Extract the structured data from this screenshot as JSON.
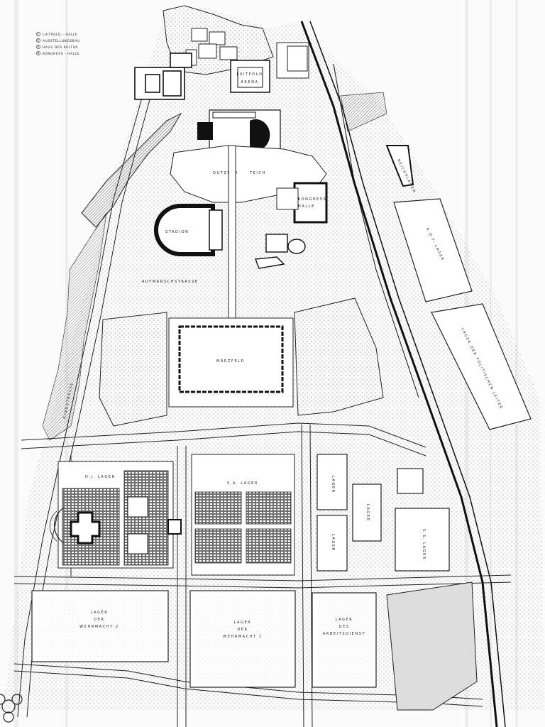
{
  "legend": [
    {
      "num": "1",
      "text": "LUITPOLD - HALLE"
    },
    {
      "num": "2",
      "text": "AUSSTELLUNGSBAU"
    },
    {
      "num": "3",
      "text": "HAUS DER KULTUR"
    },
    {
      "num": "4",
      "text": "KONGRESS - HALLE"
    }
  ],
  "labels": {
    "luitpold_arena_1": "LUITPOLD",
    "luitpold_arena_2": "ARENA",
    "dutzend": "DUTZEND",
    "teich": "TEICH",
    "stadion": "STADION",
    "kongress_1": "KONGRESS",
    "kongress_2": "HALLE",
    "maerzfeld": "MÄRZFELD",
    "kdf_lager": "K.D.F. LAGER",
    "hj_lager": "H.J. LAGER",
    "sa_lager": "S.A. LAGER",
    "lager_a": "LAGER",
    "lager_b": "LAGER",
    "lager_c": "LAGER",
    "ss_lager": "S.S. LAGER",
    "wehrmacht_2_l1": "LAGER",
    "wehrmacht_2_l2": "DER",
    "wehrmacht_2_l3": "WEHRMACHT 2",
    "wehrmacht_1_l1": "LAGER",
    "wehrmacht_1_l2": "DER",
    "wehrmacht_1_l3": "WEHRMACHT 1",
    "arbeitsdienst_l1": "LAGER",
    "arbeitsdienst_l2": "DES",
    "arbeitsdienst_l3": "ARBEITSDIENST",
    "right_strip_label": "LAGER DER POLITISCHEN LEITER",
    "east_block_label": "REICHSLAGER",
    "parade_label": "AUFMARSCHSTRASSE",
    "ring_label": "RINGSTRASSE"
  }
}
